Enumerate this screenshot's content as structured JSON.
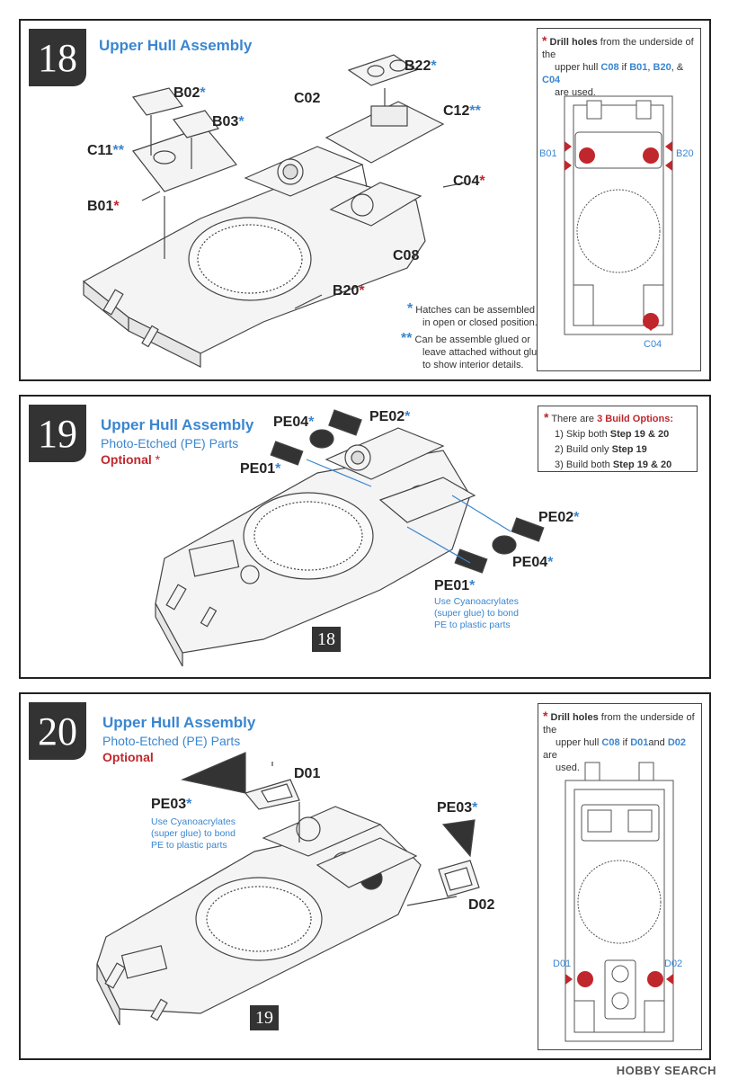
{
  "steps": [
    {
      "number": "18",
      "title": "Upper Hull Assembly",
      "labels": {
        "b02": "B02",
        "b03": "B03",
        "c11": "C11",
        "c02": "C02",
        "b22": "B22",
        "c12": "C12",
        "c04": "C04",
        "b01": "B01",
        "c08": "C08",
        "b20": "B20"
      },
      "legend": [
        {
          "mark": "*",
          "text_1": "Hatches can be assembled",
          "text_2": "in open or closed position."
        },
        {
          "mark": "**",
          "text_1": "Can be assemble glued or",
          "text_2": "leave attached without glue",
          "text_3": "to show interior details."
        }
      ],
      "drill": {
        "mark": "*",
        "bold": "Drill holes",
        "text_1": "from the underside of the",
        "text_2": "upper hull",
        "part": "C08",
        "if": "if",
        "p1": "B01",
        "p2": "B20",
        "amp": "&",
        "p3": "C04",
        "text_3": "are used.",
        "tag_left": "B01",
        "tag_right": "B20",
        "tag_bottom": "C04"
      }
    },
    {
      "number": "19",
      "title": "Upper Hull Assembly",
      "subtitle": "Photo-Etched (PE) Parts",
      "optional": "Optional",
      "labels": {
        "pe04a": "PE04",
        "pe02a": "PE02",
        "pe01a": "PE01",
        "pe02b": "PE02",
        "pe04b": "PE04",
        "pe01b": "PE01"
      },
      "glue_note": [
        "Use Cyanoacrylates",
        "(super glue) to bond",
        "PE to plastic parts"
      ],
      "ref": "18",
      "options": {
        "mark": "*",
        "lead": "There are",
        "count": "3 Build Options:",
        "items": [
          {
            "prefix": "1) Skip both",
            "bold": "Step 19 & 20"
          },
          {
            "prefix": "2) Build only",
            "bold": "Step 19"
          },
          {
            "prefix": "3) Build both",
            "bold": "Step 19 & 20"
          }
        ]
      }
    },
    {
      "number": "20",
      "title": "Upper Hull Assembly",
      "subtitle": "Photo-Etched (PE) Parts",
      "optional": "Optional",
      "labels": {
        "d01": "D01",
        "pe03a": "PE03",
        "pe03b": "PE03",
        "d02": "D02"
      },
      "glue_note": [
        "Use Cyanoacrylates",
        "(super glue) to bond",
        "PE to plastic parts"
      ],
      "ref": "19",
      "drill": {
        "mark": "*",
        "bold": "Drill holes",
        "text_1": "from the underside of the",
        "text_2": "upper hull",
        "part": "C08",
        "if": "if",
        "p1": "D01",
        "and": "and",
        "p2": "D02",
        "text_3": "are",
        "text_4": "used.",
        "tag_left": "D01",
        "tag_right": "D02"
      }
    }
  ],
  "watermark": "HOBBY SEARCH",
  "colors": {
    "accent_blue": "#3a86d0",
    "accent_red": "#c0272d",
    "dark": "#333333"
  }
}
